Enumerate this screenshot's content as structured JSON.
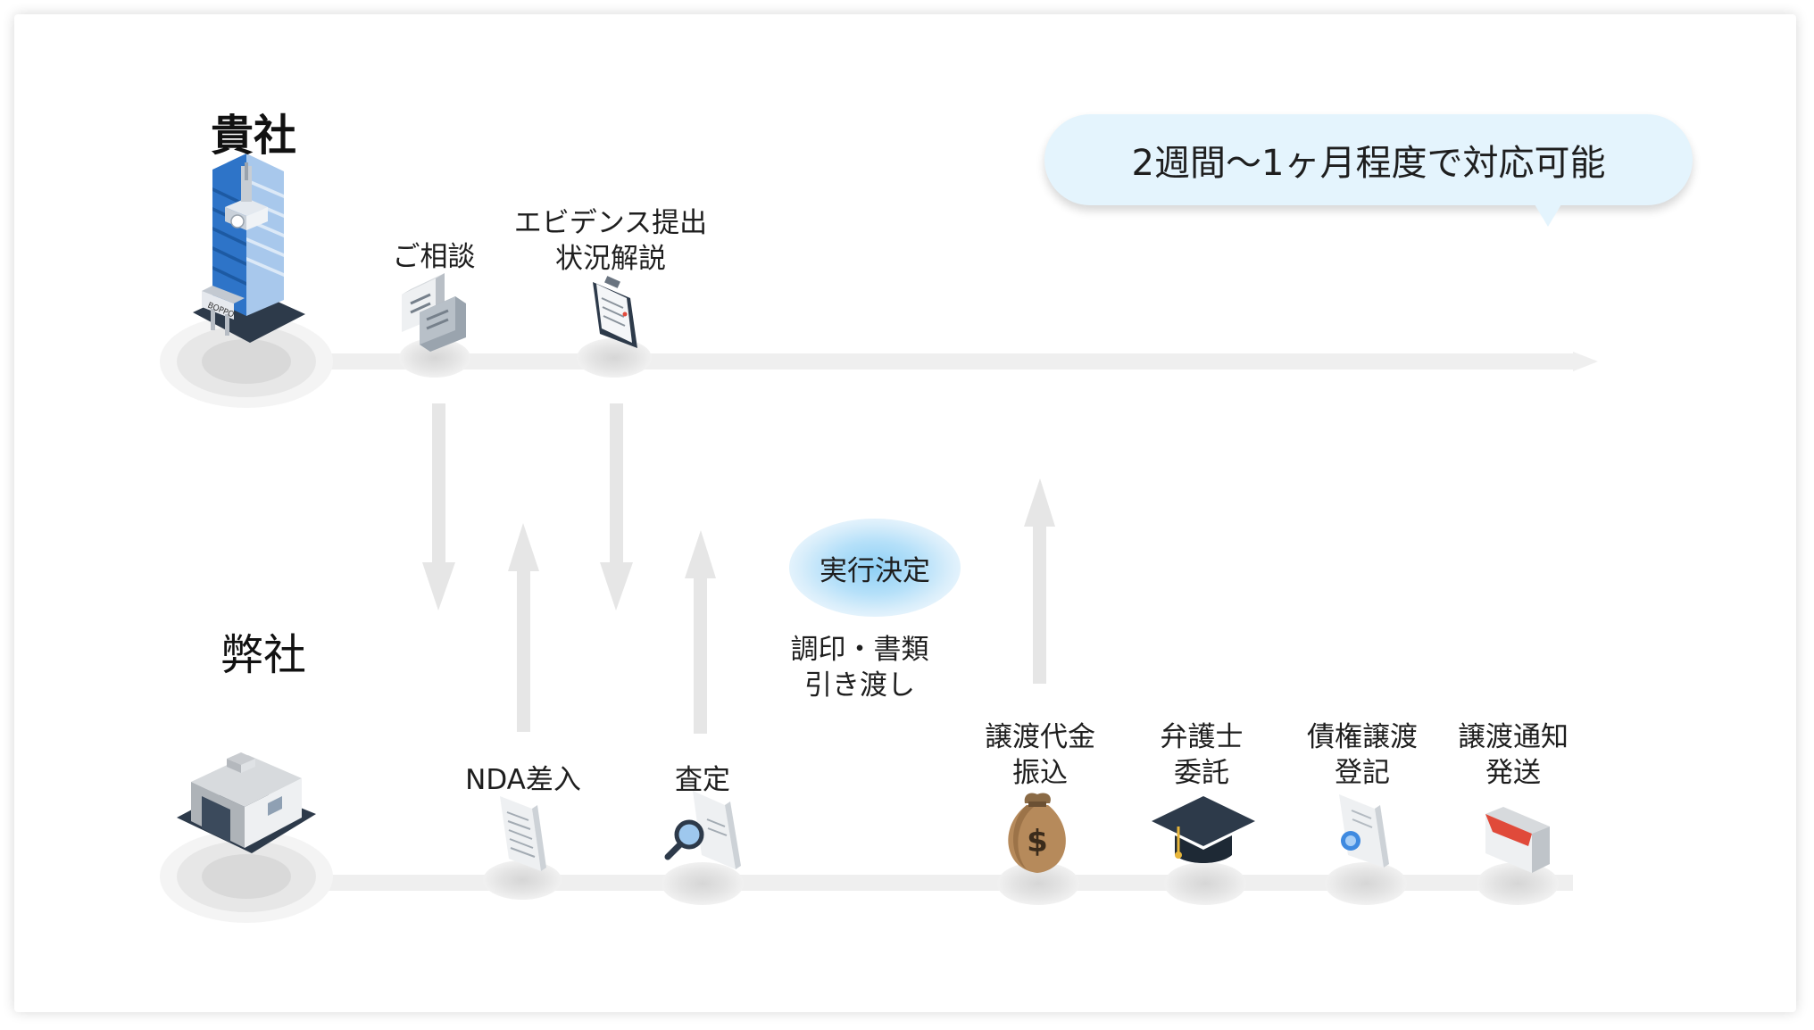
{
  "bubble_text": "2週間〜1ヶ月程度で対応可能",
  "client_label": "貴社",
  "our_label": "弊社",
  "decision_label": "実行決定",
  "client_steps": [
    {
      "label": "ご相談",
      "icon": "chat-bubbles-icon"
    },
    {
      "label": "エビデンス提出\n状況解説",
      "icon": "clipboard-icon"
    }
  ],
  "our_steps": [
    {
      "label": "NDA差入",
      "icon": "receipt-document-icon"
    },
    {
      "label": "査定",
      "icon": "magnifier-document-icon"
    },
    {
      "label": "譲渡代金\n振込",
      "icon": "money-bag-icon"
    },
    {
      "label": "弁護士\n委託",
      "icon": "graduation-cap-icon"
    },
    {
      "label": "債権譲渡\n登記",
      "icon": "certificate-icon"
    },
    {
      "label": "譲渡通知\n発送",
      "icon": "envelope-icon"
    }
  ],
  "exchange_label": "調印・書類\n引き渡し",
  "money_symbol": "$",
  "building_sign": "BOPPO",
  "colors": {
    "timeline": "#efefef",
    "arrow": "#e6e6e6",
    "bubble": "#e4f4fd",
    "decision_glow": "#8fd0f6",
    "building_blue": "#2f7fd6"
  }
}
